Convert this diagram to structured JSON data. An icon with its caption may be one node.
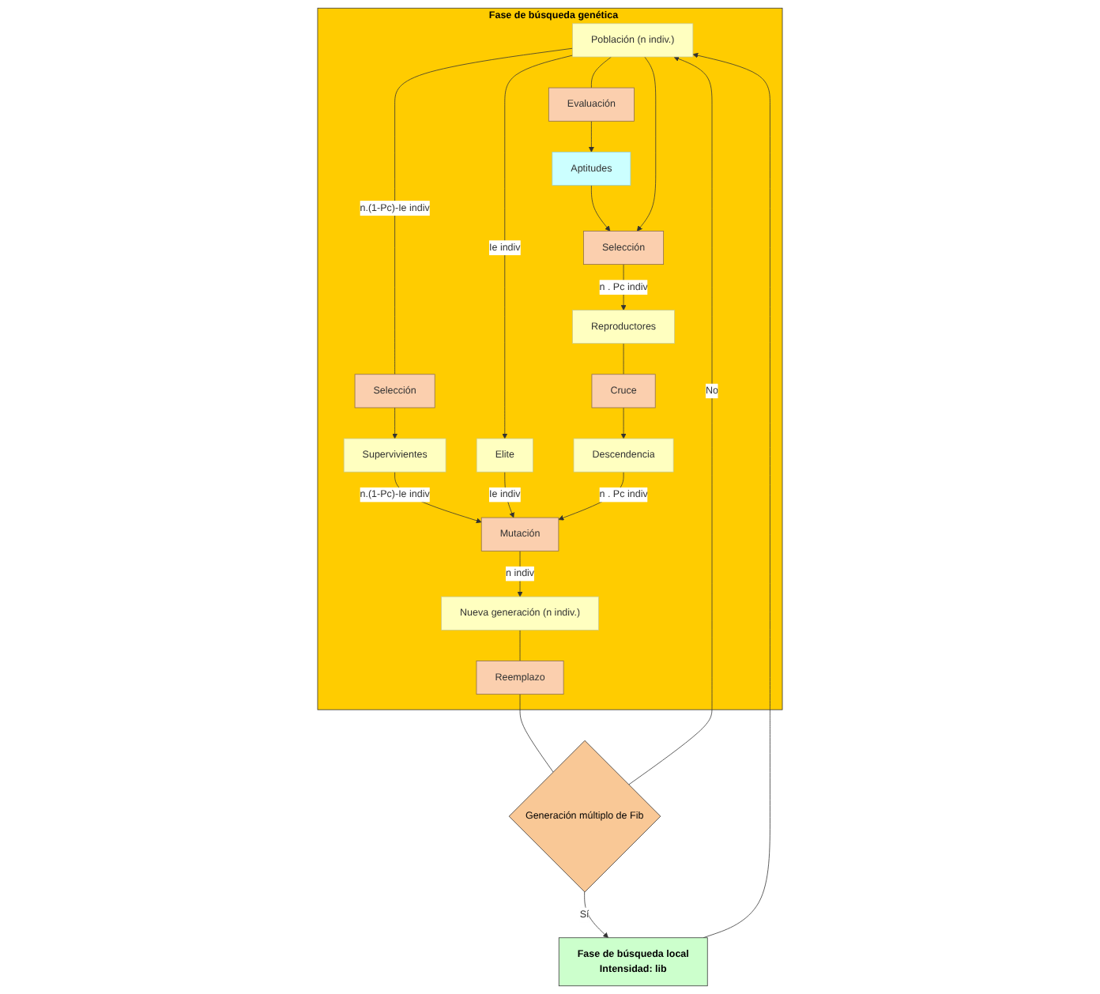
{
  "diagram": {
    "nodes": [
      {
        "text": [
          "Fase de búsqueda genética"
        ]
      },
      {
        "text": [
          "Población (n indiv.)"
        ],
        "in": 0
      },
      {
        "text": [
          "Evaluación"
        ],
        "in": 0
      },
      {
        "text": [
          "Aptitudes"
        ],
        "in": 0
      },
      {
        "text": [
          "Selección"
        ],
        "in": 0
      },
      {
        "text": [
          "Elite"
        ],
        "in": 0
      },
      {
        "text": [
          "Reproductores"
        ],
        "in": 0
      },
      {
        "text": [
          "Selección"
        ],
        "in": 0
      },
      {
        "text": [
          "Cruce"
        ],
        "in": 0
      },
      {
        "text": [
          "Supervivientes"
        ],
        "in": 0
      },
      {
        "text": [
          "Descendencia"
        ],
        "in": 0
      },
      {
        "text": [
          "Mutación"
        ],
        "in": 0
      },
      {
        "text": [
          "Nueva generación (n indiv.)"
        ],
        "in": 0
      },
      {
        "text": [
          "Reemplazo"
        ],
        "in": 0
      },
      {
        "text": [
          "Fase de búsqueda local",
          "Intensidad: lib"
        ]
      },
      {
        "text": [
          "Generación múltiplo de Fib"
        ]
      }
    ],
    "edges": [
      {
        "from": 1,
        "to": 2,
        "arrow": "none"
      },
      {
        "from": 2,
        "to": 3,
        "arrow": "to"
      },
      {
        "from": 3,
        "to": 4,
        "arrow": "to"
      },
      {
        "from": 1,
        "to": 4,
        "arrow": "to"
      },
      {
        "from": 1,
        "to": 5,
        "arrow": "to",
        "label": "Ie indiv"
      },
      {
        "from": 4,
        "to": 6,
        "arrow": "to",
        "label": "n . Pc indiv"
      },
      {
        "from": 1,
        "to": 7,
        "arrow": "none",
        "label": "n.(1-Pc)-Ie indiv"
      },
      {
        "from": 6,
        "to": 8,
        "arrow": "none"
      },
      {
        "from": 8,
        "to": 10,
        "arrow": "to"
      },
      {
        "from": 7,
        "to": 9,
        "arrow": "to"
      },
      {
        "from": 9,
        "to": 11,
        "arrow": "to",
        "label": "n.(1-Pc)-Ie indiv"
      },
      {
        "from": 5,
        "to": 11,
        "arrow": "to",
        "label": "Ie indiv"
      },
      {
        "from": 10,
        "to": 11,
        "arrow": "to",
        "label": "n . Pc indiv"
      },
      {
        "from": 11,
        "to": 12,
        "arrow": "to",
        "label": "n indiv"
      },
      {
        "from": 12,
        "to": 13,
        "arrow": "none"
      },
      {
        "from": 13,
        "to": 15,
        "arrow": "none"
      },
      {
        "from": 15,
        "to": 14,
        "arrow": "to",
        "label": "Sí"
      },
      {
        "from": 15,
        "to": 1,
        "arrow": "to",
        "label": "No"
      },
      {
        "from": 14,
        "to": 1,
        "arrow": "to"
      }
    ]
  }
}
